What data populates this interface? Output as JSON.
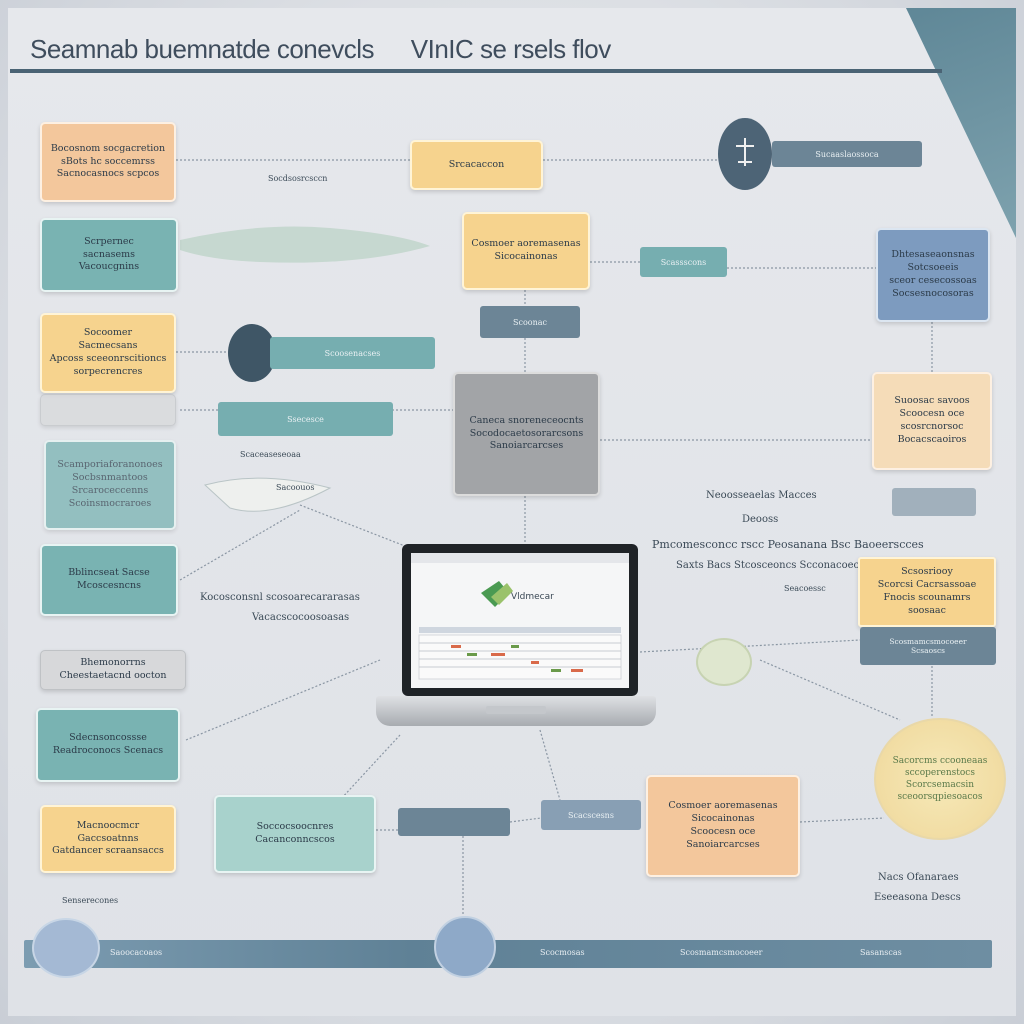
{
  "title": {
    "left": "Seamnab buemnatde conevcls",
    "right": "VInIC se rsels flov"
  },
  "colors": {
    "orange": "#f3c79c",
    "yellow": "#f6d38e",
    "teal": "#79b3b2",
    "blue": "#7d9bbf",
    "grey": "#a2a4a7",
    "rule": "#4a6374"
  },
  "boxes": {
    "b1": [
      "Bocosnom socgacretion",
      "sBots hc soccemrss",
      "Sacnocasnocs scpcos"
    ],
    "b2": [
      "Scrpernec",
      "sacnasems",
      "Vacoucgnins"
    ],
    "b3": [
      "Socoomer",
      "Sacmecsans",
      "Apcoss sceeonrscitioncs",
      "sorpecrencres"
    ],
    "b4": [
      "Scamporiaforanonoes",
      "Socbsnmantoos",
      "Srcaroceccenns",
      "Scoinsmocraroes"
    ],
    "b5": [
      "Bblincseat Sacse",
      "Mcoscesncns"
    ],
    "b6": [
      "Bhemonorrns",
      "Cheestaetacnd oocton"
    ],
    "b7": [
      "Sdecnsoncossse",
      "Readroconocs Scenacs"
    ],
    "b8": [
      "Macnoocmcr Gaccsoatnns",
      "Gatdancer scraansaccs"
    ],
    "b9": [
      "Srcacaccon"
    ],
    "b10": [
      "Cosmoer aoremasenas",
      "Sicocainonas"
    ],
    "b11": [
      "Caneca snoreneceocnts",
      "Socodocaetosorarcsons",
      "Sanoiarcarcses"
    ],
    "b12": [
      "Sacorcms ccooneaas",
      "sccoperenstocs",
      "Scorcsemacsin",
      "sceoorsqpiesoacos"
    ],
    "b13": [
      "Dhtesaseaonsnas",
      "Sotcsoeeis",
      "sceor cesecossoas",
      "Socsesnocosoras"
    ],
    "b14": [
      "Suoosac savoos",
      "Scoocesn oce",
      "scosrcnorsoc",
      "Bocacscaoiros"
    ],
    "b15": [
      "Scsosriooy",
      "Scorcsi Cacrsassoae",
      "Fnocis scounamrs soosaac"
    ],
    "b16": [
      "Soccocsoocnres",
      "Cacanconncscos"
    ]
  },
  "pills": {
    "p1": "Sucaaslaossoca",
    "p2": "Scassscons",
    "p3": "Scoonac",
    "p4": "Scoosenacses",
    "p5": "Ssecesce",
    "p6": "Scacscesns"
  },
  "labels": {
    "l1": "Socdsosrcsccn",
    "l2": "Scaceaseseoaa",
    "l3": "Sacoouos",
    "l4": "Kocosconsnl scosoarecararasas",
    "l5": "Vacacscocoosoasas",
    "l6": "Neoosseaelas Macces",
    "l7": "Deooss",
    "l8": "Pmcomesconcc rscc Peosanana Bsc Baoeerscces",
    "l9": "Saxts Bacs Stcosceoncs Scconacoec",
    "l10": "Seacoessc",
    "l11": "Nacs Ofanaraes",
    "l12": "Eseeasona Descs",
    "l13": "Senserecones",
    "l14": "Saoocacoaos",
    "l15": "Scocmosas",
    "l16": "Scosmamcsmocoeer",
    "l17": "Scsaoscs",
    "l18": "Sasanscas"
  },
  "laptop": {
    "logo_text": "Vldmecar"
  }
}
